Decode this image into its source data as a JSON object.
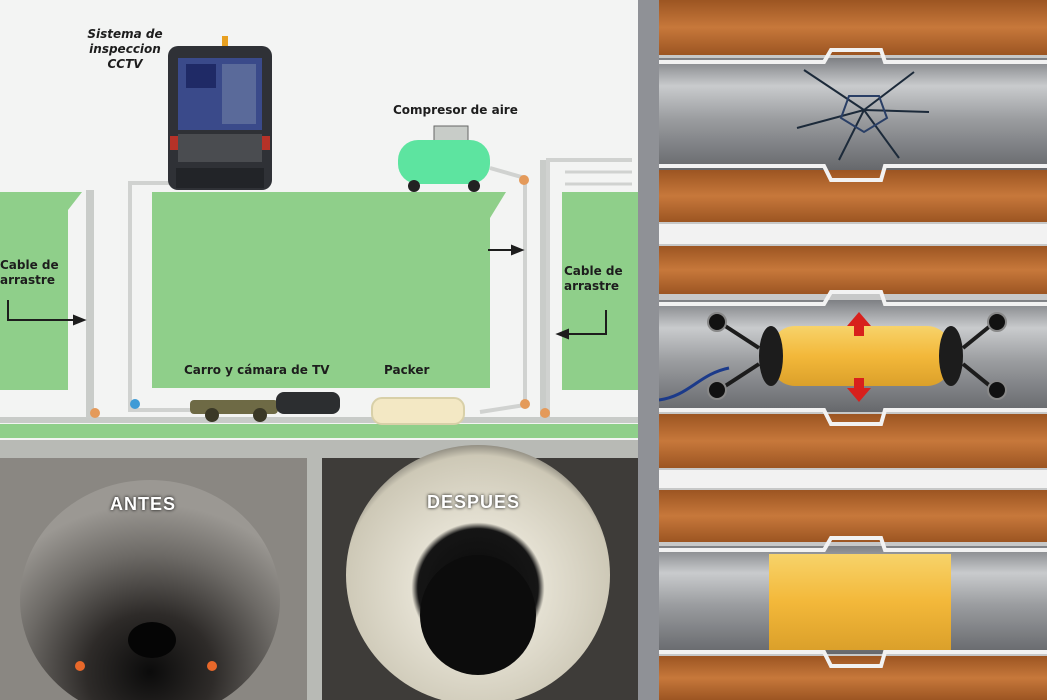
{
  "diagram": {
    "system_label": "Sistema de inspeccion\nCCTV",
    "compressor_label": "Compresor de aire",
    "cable_left_label": "Cable de\narrastre",
    "cable_right_label": "Cable de\narrastre",
    "camera_cart_label": "Carro y cámara de TV",
    "packer_label": "Packer"
  },
  "photos": {
    "before_label": "ANTES",
    "after_label": "DESPUES"
  },
  "colors": {
    "ground_green": "#8fcf8a",
    "compressor_green": "#5de4a0",
    "pipe_grey": "#a9abad",
    "soil_brown": "#b9692f",
    "resin_yellow": "#f5c84a",
    "arrow_red": "#d8201c"
  }
}
